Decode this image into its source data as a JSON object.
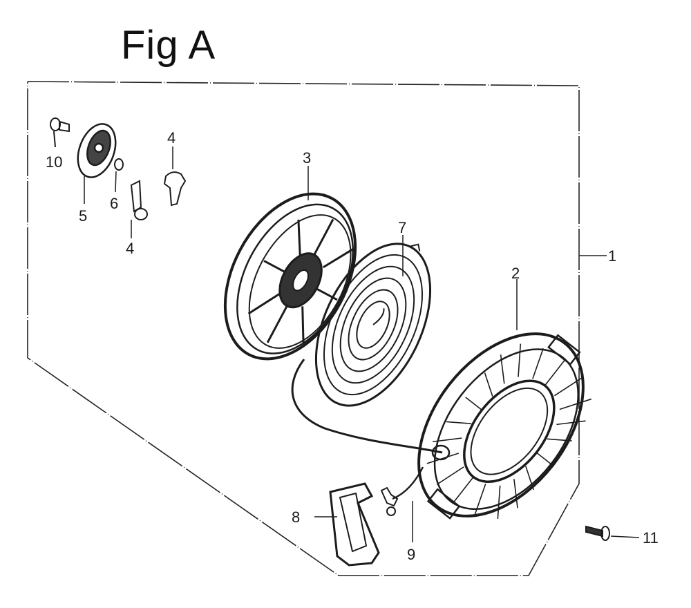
{
  "figure": {
    "title": "Fig A",
    "callouts": [
      {
        "id": "1",
        "label": "1"
      },
      {
        "id": "2",
        "label": "2"
      },
      {
        "id": "3",
        "label": "3"
      },
      {
        "id": "4a",
        "label": "4"
      },
      {
        "id": "4b",
        "label": "4"
      },
      {
        "id": "5",
        "label": "5"
      },
      {
        "id": "6",
        "label": "6"
      },
      {
        "id": "7",
        "label": "7"
      },
      {
        "id": "8",
        "label": "8"
      },
      {
        "id": "9",
        "label": "9"
      },
      {
        "id": "10",
        "label": "10"
      },
      {
        "id": "11",
        "label": "11"
      }
    ]
  }
}
